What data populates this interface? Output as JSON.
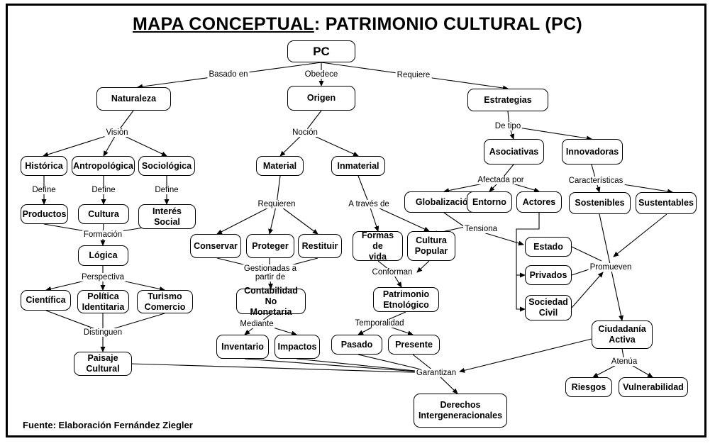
{
  "title": {
    "part1": "MAPA CONCEPTUAL",
    "part2": ": PATRIMONIO CULTURAL (PC)"
  },
  "source": "Fuente: Elaboración Fernández Ziegler",
  "nodes": {
    "pc": "PC",
    "naturaleza": "Naturaleza",
    "origen": "Origen",
    "estrategias": "Estrategias",
    "historica": "Histórica",
    "antropologica": "Antropológica",
    "sociologica": "Sociológica",
    "productos": "Productos",
    "cultura": "Cultura",
    "interes_social": "Interés\nSocial",
    "logica": "Lógica",
    "cientifica": "Científica",
    "politica_identitaria": "Política\nIdentitaria",
    "turismo_comercio": "Turismo\nComercio",
    "paisaje_cultural": "Paisaje\nCultural",
    "material": "Material",
    "inmaterial": "Inmaterial",
    "conservar": "Conservar",
    "proteger": "Proteger",
    "restituir": "Restituir",
    "contabilidad": "Contabilidad No\nMonetaria",
    "inventario": "Inventario",
    "impactos": "Impactos",
    "formas_vida": "Formas de\nvida",
    "cultura_popular": "Cultura\nPopular",
    "patrimonio_etnologico": "Patrimonio\nEtnológico",
    "pasado": "Pasado",
    "presente": "Presente",
    "derechos": "Derechos\nIntergeneracionales",
    "asociativas": "Asociativas",
    "innovadoras": "Innovadoras",
    "globalizacion": "Globalización",
    "entorno": "Entorno",
    "actores": "Actores",
    "sostenibles": "Sostenibles",
    "sustentables": "Sustentables",
    "estado": "Estado",
    "privados": "Privados",
    "sociedad_civil": "Sociedad\nCivil",
    "ciudadania_activa": "Ciudadanía\nActiva",
    "riesgos": "Riesgos",
    "vulnerabilidad": "Vulnerabilidad"
  },
  "labels": {
    "basado_en": "Basado en",
    "obedece": "Obedece",
    "requiere": "Requiere",
    "vision": "Visión",
    "define_1": "Define",
    "define_2": "Define",
    "define_3": "Define",
    "formacion": "Formación",
    "perspectiva": "Perspectiva",
    "distinguen": "Distinguen",
    "nocion": "Noción",
    "requieren": "Requieren",
    "gestionadas": "Gestionadas a\npartir de",
    "mediante": "Mediante",
    "a_traves_de": "A través de",
    "conforman": "Conforman",
    "temporalidad": "Temporalidad",
    "garantizan": "Garantizan",
    "de_tipo": "De tipo",
    "afectada_por": "Afectada por",
    "caracteristicas": "Características",
    "tensiona": "Tensiona",
    "promueven": "Promueven",
    "atenua": "Atenúa"
  }
}
